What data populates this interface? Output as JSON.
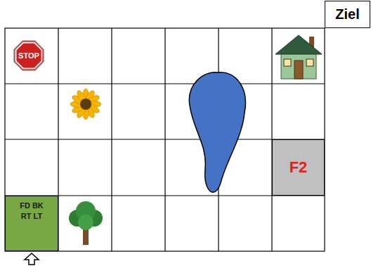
{
  "diagram": {
    "nodes": [
      {
        "text": [
          "Ziel"
        ]
      },
      {
        "text": [
          "STOP"
        ]
      },
      {
        "text": [
          "F2"
        ]
      },
      {
        "text": [
          "FD BK RT LT"
        ]
      }
    ]
  }
}
